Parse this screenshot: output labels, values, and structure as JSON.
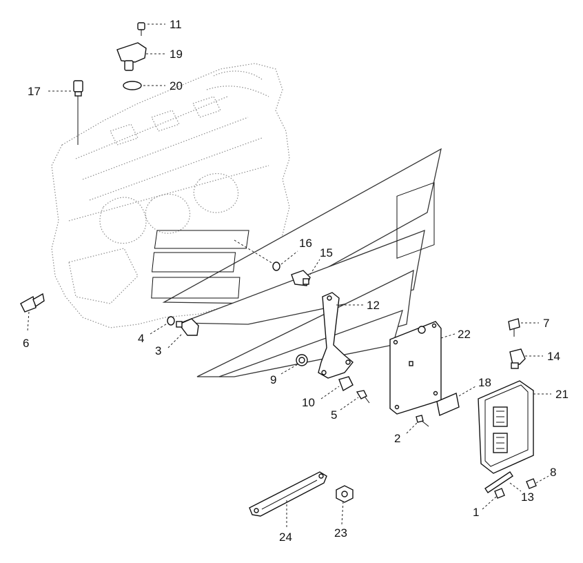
{
  "diagram": {
    "callouts": [
      {
        "id": "c11",
        "label": "11"
      },
      {
        "id": "c19",
        "label": "19"
      },
      {
        "id": "c20",
        "label": "20"
      },
      {
        "id": "c17",
        "label": "17"
      },
      {
        "id": "c16",
        "label": "16"
      },
      {
        "id": "c15",
        "label": "15"
      },
      {
        "id": "c12",
        "label": "12"
      },
      {
        "id": "c22",
        "label": "22"
      },
      {
        "id": "c7",
        "label": "7"
      },
      {
        "id": "c14",
        "label": "14"
      },
      {
        "id": "c21",
        "label": "21"
      },
      {
        "id": "c18",
        "label": "18"
      },
      {
        "id": "c4",
        "label": "4"
      },
      {
        "id": "c3",
        "label": "3"
      },
      {
        "id": "c6",
        "label": "6"
      },
      {
        "id": "c9",
        "label": "9"
      },
      {
        "id": "c10",
        "label": "10"
      },
      {
        "id": "c5",
        "label": "5"
      },
      {
        "id": "c2",
        "label": "2"
      },
      {
        "id": "c8",
        "label": "8"
      },
      {
        "id": "c13",
        "label": "13"
      },
      {
        "id": "c1",
        "label": "1"
      },
      {
        "id": "c24",
        "label": "24"
      },
      {
        "id": "c23",
        "label": "23"
      }
    ]
  }
}
